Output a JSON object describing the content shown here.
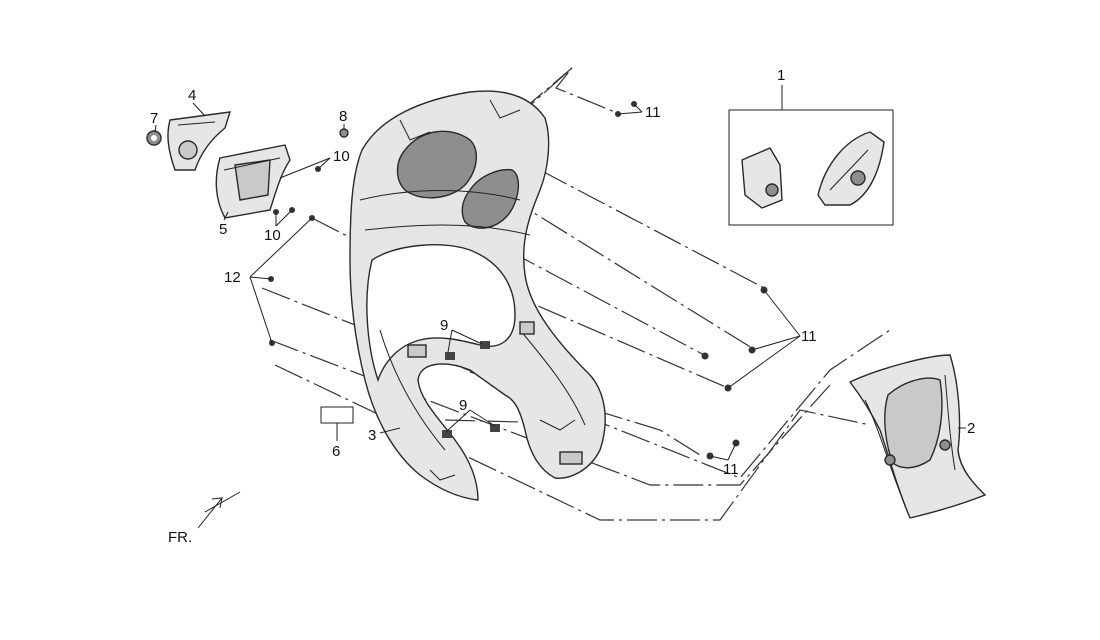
{
  "callouts": {
    "c1": "1",
    "c2": "2",
    "c3": "3",
    "c4": "4",
    "c5": "5",
    "c6": "6",
    "c7": "7",
    "c8": "8",
    "c9a": "9",
    "c9b": "9",
    "c10a": "10",
    "c10b": "10",
    "c11a": "11",
    "c11b": "11",
    "c11c": "11",
    "c12": "12"
  },
  "orientation_label": "FR."
}
